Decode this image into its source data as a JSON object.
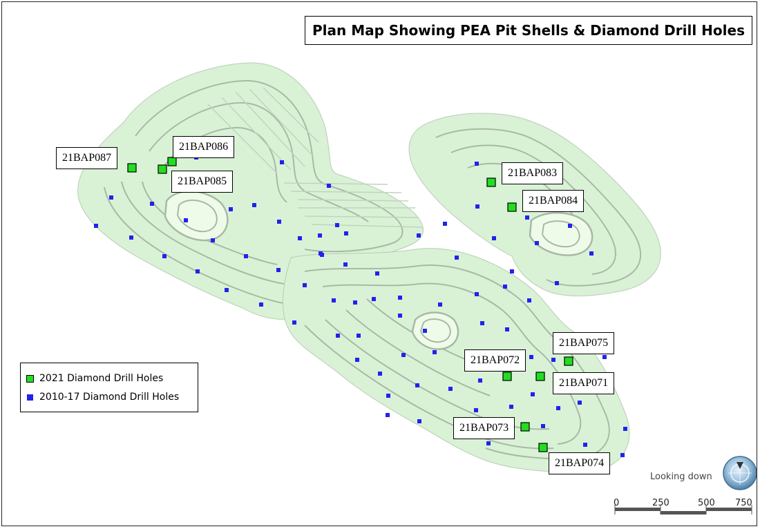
{
  "title": "Plan Map Showing PEA Pit Shells & Diamond Drill Holes",
  "colors": {
    "pit_fill": "#d9f2d6",
    "pit_contour": "#a9b8a6",
    "drill_2021": "#22dd22",
    "drill_2010_17": "#2222ee"
  },
  "legend": {
    "items": [
      {
        "label": "2021 Diamond Drill Holes",
        "swatch": "green-square"
      },
      {
        "label": "2010-17 Diamond Drill Holes",
        "swatch": "blue-square"
      }
    ]
  },
  "drill_holes_2021": [
    {
      "id": "21BAP087"
    },
    {
      "id": "21BAP086"
    },
    {
      "id": "21BAP085"
    },
    {
      "id": "21BAP083"
    },
    {
      "id": "21BAP084"
    },
    {
      "id": "21BAP075"
    },
    {
      "id": "21BAP072"
    },
    {
      "id": "21BAP071"
    },
    {
      "id": "21BAP073"
    },
    {
      "id": "21BAP074"
    }
  ],
  "view": {
    "text": "Looking down",
    "icon": "compass-view-icon"
  },
  "scale_bar": {
    "ticks": [
      "0",
      "250",
      "500",
      "750"
    ]
  }
}
